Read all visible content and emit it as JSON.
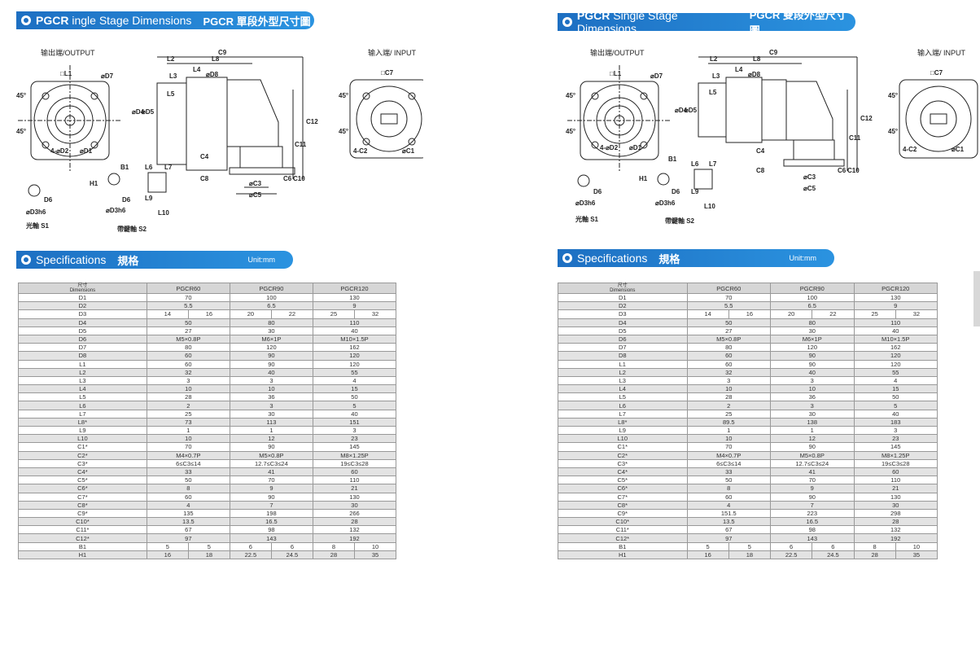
{
  "left": {
    "banner_model": "PGCR",
    "banner_title": "ingle Stage Dimensions",
    "banner_cn": "PGCR 單段外型尺寸圖",
    "output_label": "输出端/OUTPUT",
    "input_label": "输入端/ INPUT",
    "spec_title": "Specifications",
    "spec_cn": "規格",
    "unit": "Unit:mm",
    "header": {
      "dim_cn": "尺寸",
      "dim_en": "Dimensions",
      "c1": "PGCR60",
      "c2": "PGCR90",
      "c3": "PGCR120"
    },
    "rows": [
      {
        "label": "D1",
        "split": false,
        "v": [
          "70",
          "100",
          "130"
        ]
      },
      {
        "label": "D2",
        "split": false,
        "v": [
          "5.5",
          "6.5",
          "9"
        ]
      },
      {
        "label": "D3",
        "split": true,
        "v": [
          "14",
          "16",
          "20",
          "22",
          "25",
          "32"
        ]
      },
      {
        "label": "D4",
        "split": false,
        "v": [
          "50",
          "80",
          "110"
        ]
      },
      {
        "label": "D5",
        "split": false,
        "v": [
          "27",
          "30",
          "40"
        ]
      },
      {
        "label": "D6",
        "split": false,
        "v": [
          "M5×0.8P",
          "M6×1P",
          "M10×1.5P"
        ]
      },
      {
        "label": "D7",
        "split": false,
        "v": [
          "80",
          "120",
          "162"
        ]
      },
      {
        "label": "D8",
        "split": false,
        "v": [
          "60",
          "90",
          "120"
        ]
      },
      {
        "label": "L1",
        "split": false,
        "v": [
          "60",
          "90",
          "120"
        ]
      },
      {
        "label": "L2",
        "split": false,
        "v": [
          "32",
          "40",
          "55"
        ]
      },
      {
        "label": "L3",
        "split": false,
        "v": [
          "3",
          "3",
          "4"
        ]
      },
      {
        "label": "L4",
        "split": false,
        "v": [
          "10",
          "10",
          "15"
        ]
      },
      {
        "label": "L5",
        "split": false,
        "v": [
          "28",
          "36",
          "50"
        ]
      },
      {
        "label": "L6",
        "split": false,
        "v": [
          "2",
          "3",
          "5"
        ]
      },
      {
        "label": "L7",
        "split": false,
        "v": [
          "25",
          "30",
          "40"
        ]
      },
      {
        "label": "L8*",
        "split": false,
        "v": [
          "73",
          "113",
          "151"
        ]
      },
      {
        "label": "L9",
        "split": false,
        "v": [
          "1",
          "1",
          "3"
        ]
      },
      {
        "label": "L10",
        "split": false,
        "v": [
          "10",
          "12",
          "23"
        ]
      },
      {
        "label": "C1*",
        "split": false,
        "v": [
          "70",
          "90",
          "145"
        ]
      },
      {
        "label": "C2*",
        "split": false,
        "v": [
          "M4×0.7P",
          "M5×0.8P",
          "M8×1.25P"
        ]
      },
      {
        "label": "C3*",
        "split": false,
        "v": [
          "6≤C3≤14",
          "12.7≤C3≤24",
          "19≤C3≤28"
        ]
      },
      {
        "label": "C4*",
        "split": false,
        "v": [
          "33",
          "41",
          "60"
        ]
      },
      {
        "label": "C5*",
        "split": false,
        "v": [
          "50",
          "70",
          "110"
        ]
      },
      {
        "label": "C6*",
        "split": false,
        "v": [
          "8",
          "9",
          "21"
        ]
      },
      {
        "label": "C7*",
        "split": false,
        "v": [
          "60",
          "90",
          "130"
        ]
      },
      {
        "label": "C8*",
        "split": false,
        "v": [
          "4",
          "7",
          "30"
        ]
      },
      {
        "label": "C9*",
        "split": false,
        "v": [
          "135",
          "198",
          "266"
        ]
      },
      {
        "label": "C10*",
        "split": false,
        "v": [
          "13.5",
          "16.5",
          "28"
        ]
      },
      {
        "label": "C11*",
        "split": false,
        "v": [
          "67",
          "98",
          "132"
        ]
      },
      {
        "label": "C12*",
        "split": false,
        "v": [
          "97",
          "143",
          "192"
        ]
      },
      {
        "label": "B1",
        "split": true,
        "v": [
          "5",
          "5",
          "6",
          "6",
          "8",
          "10"
        ]
      },
      {
        "label": "H1",
        "split": true,
        "v": [
          "16",
          "18",
          "22.5",
          "24.5",
          "28",
          "35"
        ]
      }
    ]
  },
  "right": {
    "banner_model": "PGCR",
    "banner_title": "Single Stage Dimensions",
    "banner_cn": "PGCR 雙段外型尺寸圖",
    "output_label": "输出端/OUTPUT",
    "input_label": "输入端/ INPUT",
    "spec_title": "Specifications",
    "spec_cn": "規格",
    "unit": "Unit:mm",
    "header": {
      "dim_cn": "尺寸",
      "dim_en": "Dimensions",
      "c1": "PGCR60",
      "c2": "PGCR90",
      "c3": "PGCR120"
    },
    "rows": [
      {
        "label": "D1",
        "split": false,
        "v": [
          "70",
          "100",
          "130"
        ]
      },
      {
        "label": "D2",
        "split": false,
        "v": [
          "5.5",
          "6.5",
          "9"
        ]
      },
      {
        "label": "D3",
        "split": true,
        "v": [
          "14",
          "16",
          "20",
          "22",
          "25",
          "32"
        ]
      },
      {
        "label": "D4",
        "split": false,
        "v": [
          "50",
          "80",
          "110"
        ]
      },
      {
        "label": "D5",
        "split": false,
        "v": [
          "27",
          "30",
          "40"
        ]
      },
      {
        "label": "D6",
        "split": false,
        "v": [
          "M5×0.8P",
          "M6×1P",
          "M10×1.5P"
        ]
      },
      {
        "label": "D7",
        "split": false,
        "v": [
          "80",
          "120",
          "162"
        ]
      },
      {
        "label": "D8",
        "split": false,
        "v": [
          "60",
          "90",
          "120"
        ]
      },
      {
        "label": "L1",
        "split": false,
        "v": [
          "60",
          "90",
          "120"
        ]
      },
      {
        "label": "L2",
        "split": false,
        "v": [
          "32",
          "40",
          "55"
        ]
      },
      {
        "label": "L3",
        "split": false,
        "v": [
          "3",
          "3",
          "4"
        ]
      },
      {
        "label": "L4",
        "split": false,
        "v": [
          "10",
          "10",
          "15"
        ]
      },
      {
        "label": "L5",
        "split": false,
        "v": [
          "28",
          "36",
          "50"
        ]
      },
      {
        "label": "L6",
        "split": false,
        "v": [
          "2",
          "3",
          "5"
        ]
      },
      {
        "label": "L7",
        "split": false,
        "v": [
          "25",
          "30",
          "40"
        ]
      },
      {
        "label": "L8*",
        "split": false,
        "v": [
          "89.5",
          "138",
          "183"
        ]
      },
      {
        "label": "L9",
        "split": false,
        "v": [
          "1",
          "1",
          "3"
        ]
      },
      {
        "label": "L10",
        "split": false,
        "v": [
          "10",
          "12",
          "23"
        ]
      },
      {
        "label": "C1*",
        "split": false,
        "v": [
          "70",
          "90",
          "145"
        ]
      },
      {
        "label": "C2*",
        "split": false,
        "v": [
          "M4×0.7P",
          "M5×0.8P",
          "M8×1.25P"
        ]
      },
      {
        "label": "C3*",
        "split": false,
        "v": [
          "6≤C3≤14",
          "12.7≤C3≤24",
          "19≤C3≤28"
        ]
      },
      {
        "label": "C4*",
        "split": false,
        "v": [
          "33",
          "41",
          "60"
        ]
      },
      {
        "label": "C5*",
        "split": false,
        "v": [
          "50",
          "70",
          "110"
        ]
      },
      {
        "label": "C6*",
        "split": false,
        "v": [
          "8",
          "9",
          "21"
        ]
      },
      {
        "label": "C7*",
        "split": false,
        "v": [
          "60",
          "90",
          "130"
        ]
      },
      {
        "label": "C8*",
        "split": false,
        "v": [
          "4",
          "7",
          "30"
        ]
      },
      {
        "label": "C9*",
        "split": false,
        "v": [
          "151.5",
          "223",
          "298"
        ]
      },
      {
        "label": "C10*",
        "split": false,
        "v": [
          "13.5",
          "16.5",
          "28"
        ]
      },
      {
        "label": "C11*",
        "split": false,
        "v": [
          "67",
          "98",
          "132"
        ]
      },
      {
        "label": "C12*",
        "split": false,
        "v": [
          "97",
          "143",
          "192"
        ]
      },
      {
        "label": "B1",
        "split": true,
        "v": [
          "5",
          "5",
          "6",
          "6",
          "8",
          "10"
        ]
      },
      {
        "label": "H1",
        "split": true,
        "v": [
          "16",
          "18",
          "22.5",
          "24.5",
          "28",
          "35"
        ]
      }
    ]
  },
  "drawing_labels": {
    "l1": "□L1",
    "d7": "⌀D7",
    "d2": "4-⌀D2",
    "d1": "⌀D1",
    "deg": "45°",
    "c9": "C9",
    "l2": "L2",
    "l8": "L8",
    "l3": "L3",
    "l4": "L4",
    "d8": "⌀D8",
    "l5": "L5",
    "d4": "⌀D4",
    "d5": "⌀D5",
    "c12": "C12",
    "c11": "C11",
    "c4": "C4",
    "c3": "⌀C3",
    "c5": "⌀C5",
    "c8": "C8",
    "c10": "C10",
    "c6": "C6",
    "c7": "□C7",
    "c2": "4-C2",
    "c1": "⌀C1",
    "b1": "B1",
    "h1": "H1",
    "d6": "D6",
    "d3": "⌀D3h6",
    "s1": "光軸 S1",
    "s2": "帶鍵軸 S2",
    "l6": "L6",
    "l7": "L7",
    "l9": "L9",
    "l10": "L10"
  }
}
